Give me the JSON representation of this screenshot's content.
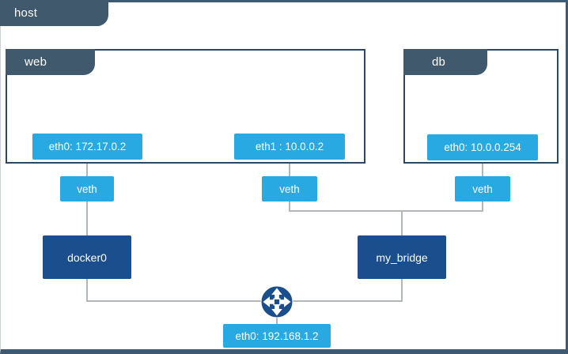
{
  "diagram": {
    "title": "docker host networking diagram",
    "nodes": {
      "host": "host",
      "web": "web",
      "db": "db",
      "web_eth0": "eth0: 172.17.0.2",
      "web_eth1": "eth1 : 10.0.0.2",
      "db_eth0": "eth0: 10.0.0.254",
      "veth_web0": "veth",
      "veth_web1": "veth",
      "veth_db": "veth",
      "docker0": "docker0",
      "my_bridge": "my_bridge",
      "host_eth0": "eth0: 192.168.1.2"
    },
    "icons": {
      "router": "router-icon (circle with four outward arrows)"
    },
    "colors": {
      "tab_slate": "#40596d",
      "container_border": "#2c4763",
      "interface_blue": "#29a9e1",
      "bridge_navy": "#1a4e8c",
      "connector_gray": "#b3b6b8",
      "host_frame": "#3d5a73",
      "text": "#ffffff"
    }
  }
}
